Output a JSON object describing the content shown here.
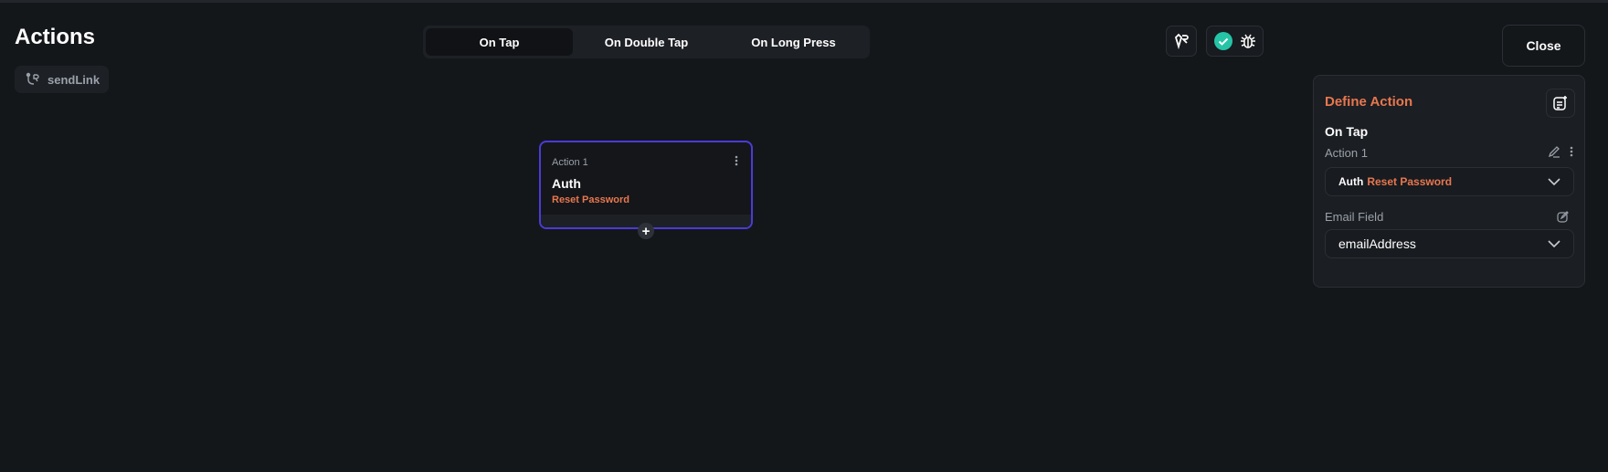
{
  "header": {
    "title": "Actions",
    "chip_label": "sendLink",
    "close_label": "Close"
  },
  "tabs": [
    {
      "label": "On Tap",
      "active": true
    },
    {
      "label": "On Double Tap",
      "active": false
    },
    {
      "label": "On Long Press",
      "active": false
    }
  ],
  "card": {
    "label": "Action 1",
    "category": "Auth",
    "action": "Reset Password"
  },
  "panel": {
    "title": "Define Action",
    "trigger": "On Tap",
    "action_label": "Action 1",
    "action_category": "Auth",
    "action_name": "Reset Password",
    "field_label": "Email Field",
    "field_value": "emailAddress"
  },
  "colors": {
    "accent": "#e8774f",
    "selected_border": "#4a3bd8",
    "success": "#25c4a6"
  }
}
